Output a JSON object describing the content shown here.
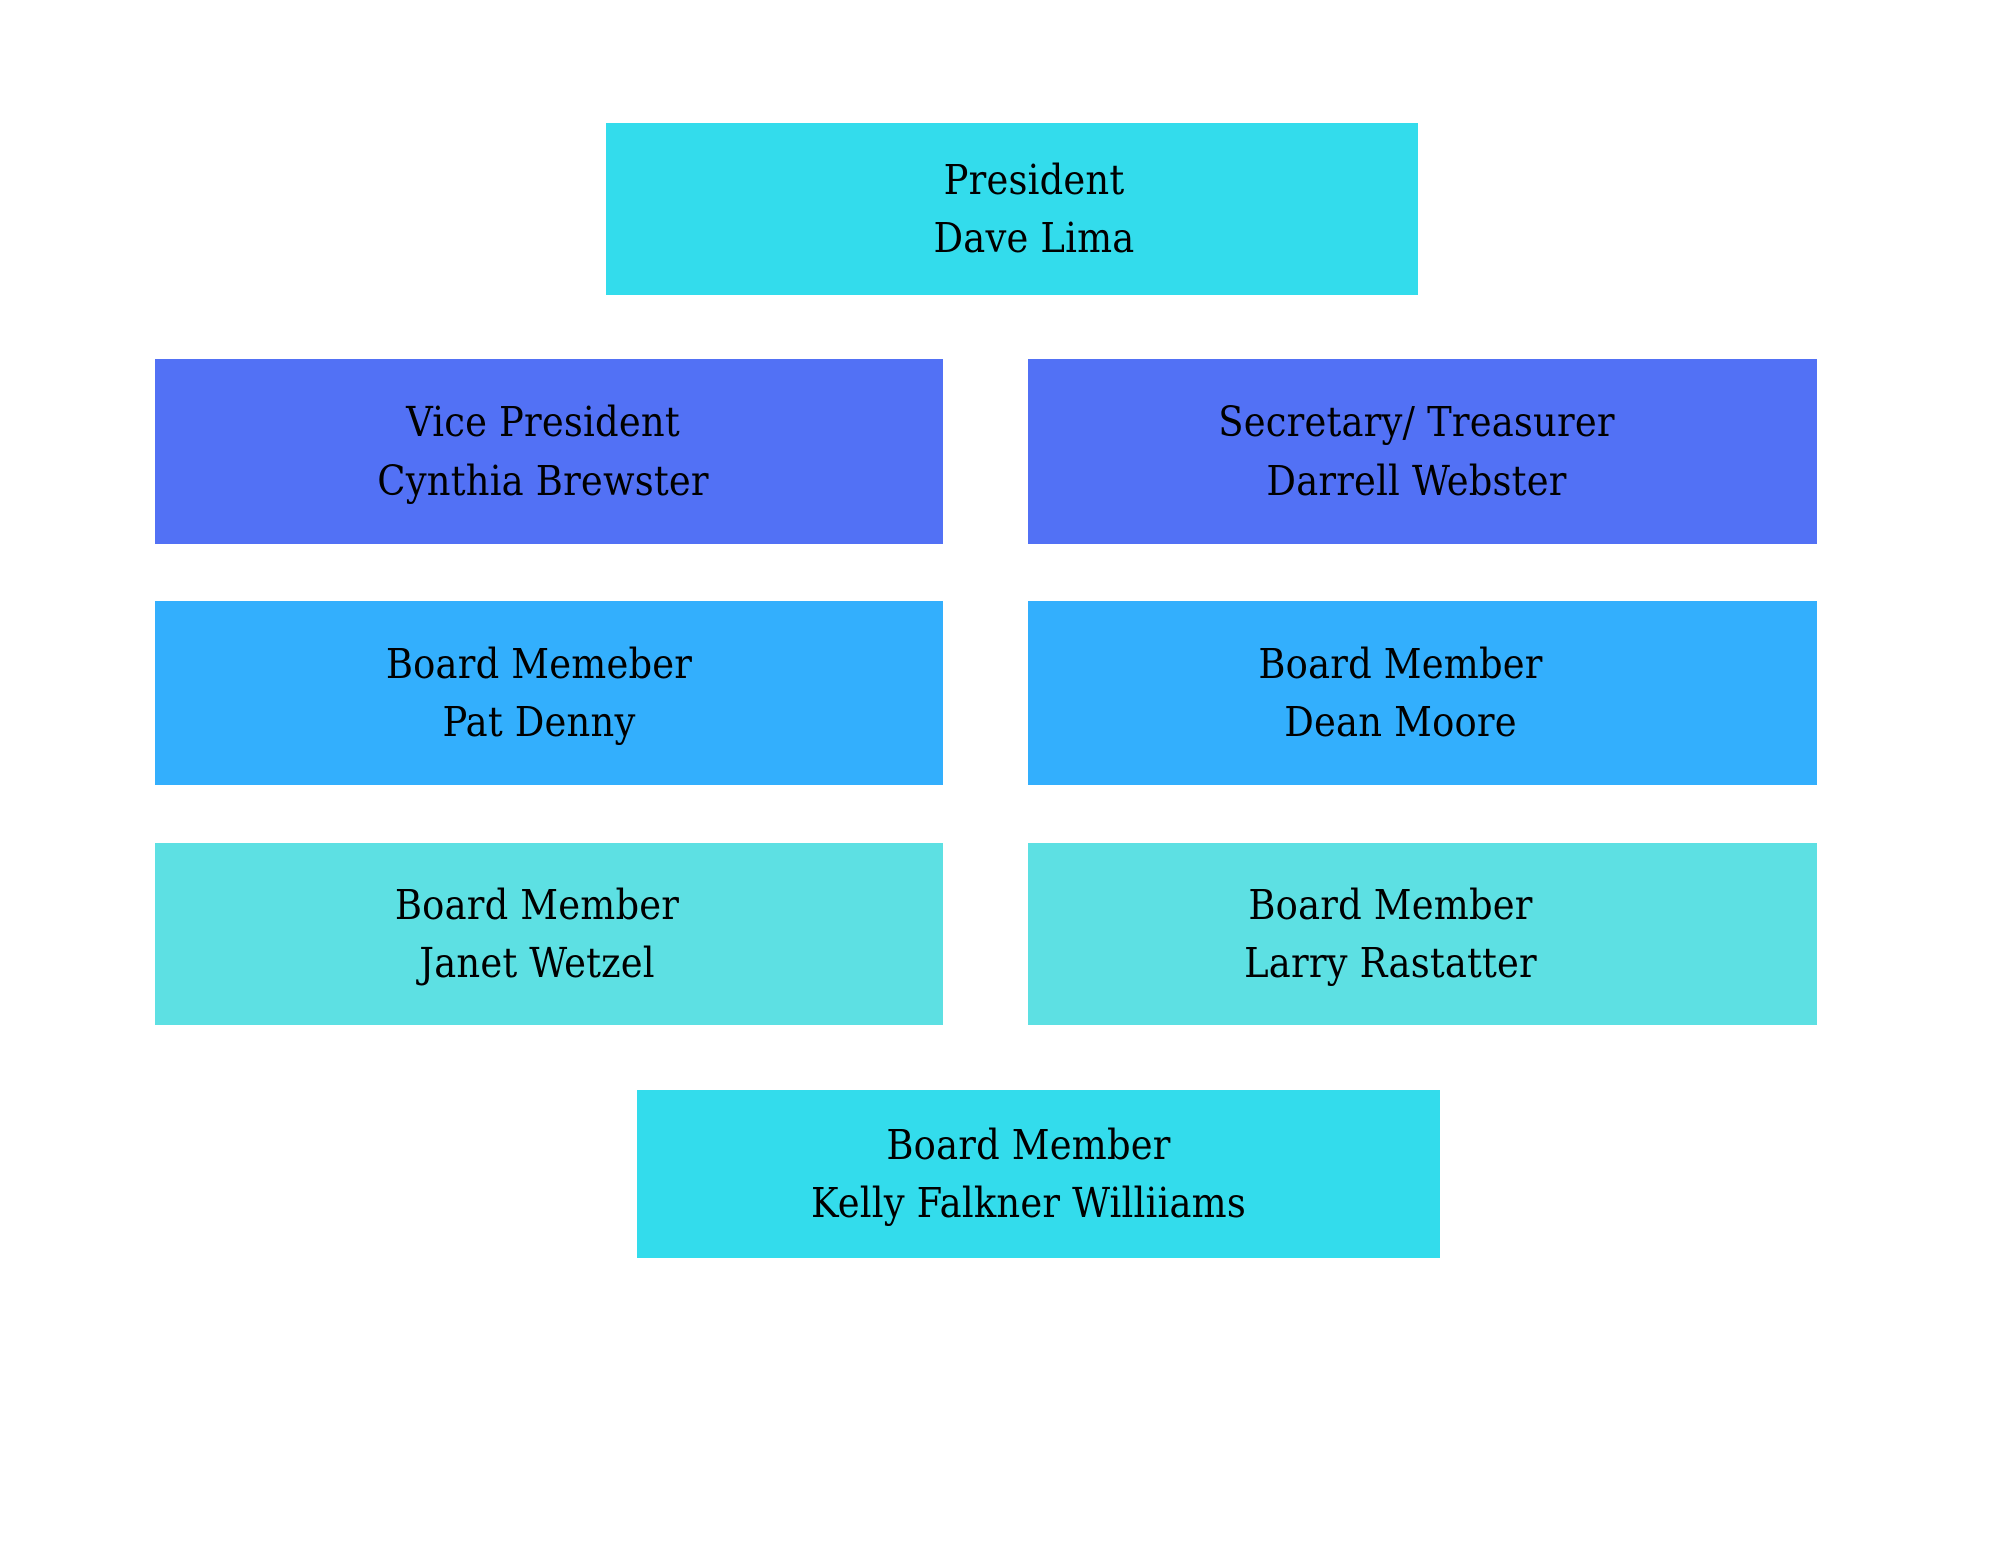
{
  "page": {
    "background_color": "#ffffff",
    "text_color": "#000000"
  },
  "chart_data": {
    "type": "org-chart",
    "title": "",
    "nodes": [
      {
        "id": "president",
        "title": "President",
        "name": "Dave Lima",
        "color": "#33dcec",
        "row": 1,
        "column": "center"
      },
      {
        "id": "vice-president",
        "title": "Vice President",
        "name": "Cynthia Brewster",
        "color": "#5271f5",
        "row": 2,
        "column": "left"
      },
      {
        "id": "secretary-treasurer",
        "title": "Secretary/ Treasurer",
        "name": "Darrell Webster",
        "color": "#5271f5",
        "row": 2,
        "column": "right"
      },
      {
        "id": "member-pat-denny",
        "title": "Board Memeber",
        "name": "Pat Denny",
        "color": "#33affd",
        "row": 3,
        "column": "left"
      },
      {
        "id": "member-dean-moore",
        "title": "Board Member",
        "name": "Dean Moore",
        "color": "#33affd",
        "row": 3,
        "column": "right"
      },
      {
        "id": "member-janet-wetzel",
        "title": "Board Member",
        "name": "Janet Wetzel",
        "color": "#5de0e3",
        "row": 4,
        "column": "left"
      },
      {
        "id": "member-larry-rastatter",
        "title": "Board Member",
        "name": "Larry Rastatter",
        "color": "#5de0e3",
        "row": 4,
        "column": "right"
      },
      {
        "id": "member-kelly-falkner-williiams",
        "title": "Board Member",
        "name": "Kelly Falkner Williiams",
        "color": "#33dcec",
        "row": 5,
        "column": "center"
      }
    ]
  }
}
